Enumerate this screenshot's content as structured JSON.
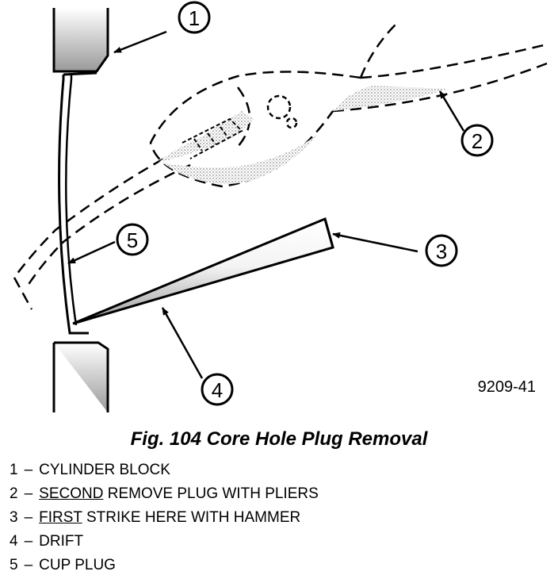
{
  "figure": {
    "id": "9209-41",
    "caption": "Fig. 104 Core Hole Plug Removal"
  },
  "callouts": [
    {
      "number": "1"
    },
    {
      "number": "2"
    },
    {
      "number": "3"
    },
    {
      "number": "4"
    },
    {
      "number": "5"
    }
  ],
  "legend": [
    {
      "number": "1",
      "separator": "–",
      "emphasis": "",
      "text": "CYLINDER BLOCK"
    },
    {
      "number": "2",
      "separator": "–",
      "emphasis": "SECOND",
      "text": " REMOVE PLUG WITH PLIERS"
    },
    {
      "number": "3",
      "separator": "–",
      "emphasis": "FIRST",
      "text": " STRIKE HERE WITH HAMMER"
    },
    {
      "number": "4",
      "separator": "–",
      "emphasis": "",
      "text": "DRIFT"
    },
    {
      "number": "5",
      "separator": "–",
      "emphasis": "",
      "text": "CUP PLUG"
    }
  ]
}
